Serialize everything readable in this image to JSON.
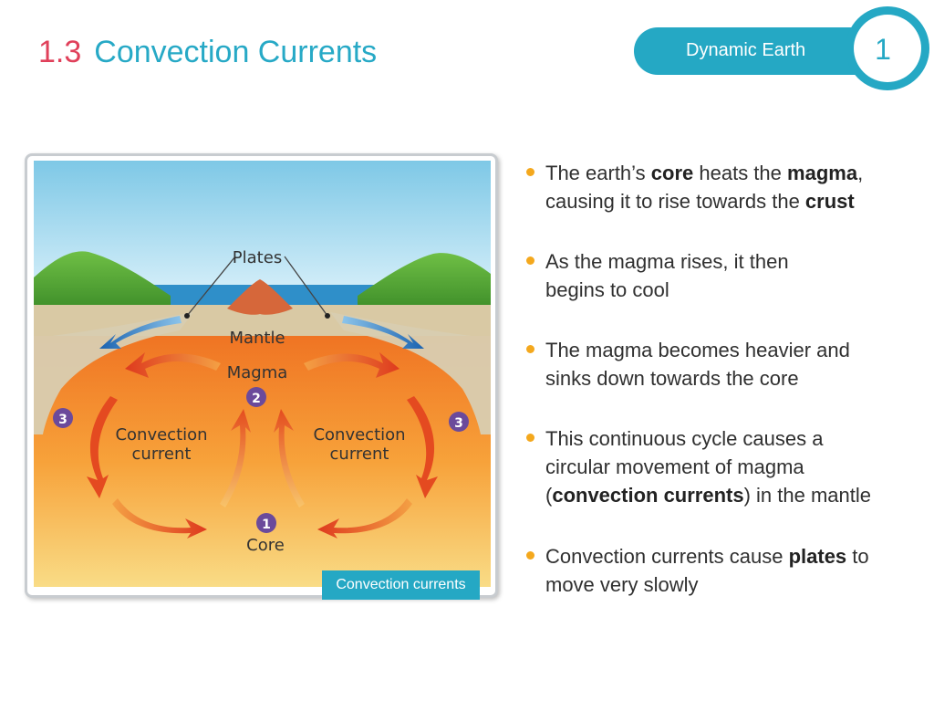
{
  "header": {
    "section_number": "1.3",
    "title": "Convection Currents",
    "unit_label": "Dynamic Earth",
    "unit_number": "1"
  },
  "figure": {
    "caption": "Convection currents",
    "labels": {
      "plates": "Plates",
      "mantle": "Mantle",
      "magma": "Magma",
      "convection_left_1": "Convection",
      "convection_left_2": "current",
      "convection_right_1": "Convection",
      "convection_right_2": "current",
      "core": "Core"
    },
    "markers": {
      "one": "1",
      "two": "2",
      "three_left": "3",
      "three_right": "3"
    }
  },
  "bullets": [
    {
      "lines": [
        [
          {
            "t": "The earth’s ",
            "b": false
          },
          {
            "t": "core",
            "b": true
          },
          {
            "t": " heats the ",
            "b": false
          },
          {
            "t": "magma",
            "b": true
          },
          {
            "t": ",",
            "b": false
          }
        ],
        [
          {
            "t": "causing it to rise towards the ",
            "b": false
          },
          {
            "t": "crust",
            "b": true
          }
        ]
      ]
    },
    {
      "lines": [
        [
          {
            "t": "As the magma rises, it then",
            "b": false
          }
        ],
        [
          {
            "t": "begins to cool",
            "b": false
          }
        ]
      ]
    },
    {
      "lines": [
        [
          {
            "t": "The magma becomes heavier and",
            "b": false
          }
        ],
        [
          {
            "t": "sinks down towards the core",
            "b": false
          }
        ]
      ]
    },
    {
      "lines": [
        [
          {
            "t": "This continuous cycle causes a",
            "b": false
          }
        ],
        [
          {
            "t": "circular movement of magma",
            "b": false
          }
        ],
        [
          {
            "t": "(",
            "b": false
          },
          {
            "t": "convection currents",
            "b": true
          },
          {
            "t": ") in the mantle",
            "b": false
          }
        ]
      ]
    },
    {
      "lines": [
        [
          {
            "t": "Convection currents cause ",
            "b": false
          },
          {
            "t": "plates",
            "b": true
          },
          {
            "t": " to",
            "b": false
          }
        ],
        [
          {
            "t": "move very slowly",
            "b": false
          }
        ]
      ]
    }
  ]
}
